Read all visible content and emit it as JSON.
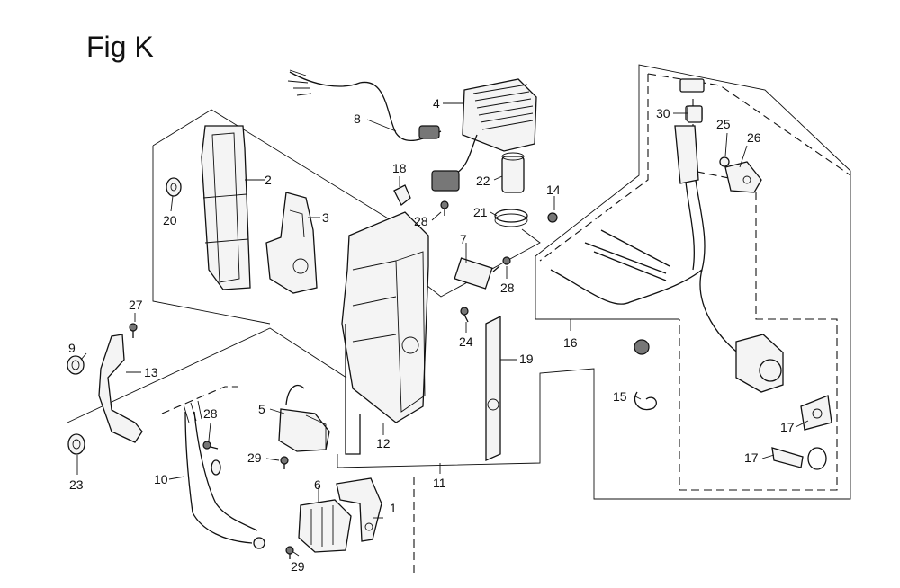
{
  "title": "Fig K",
  "callouts": [
    {
      "id": "c1",
      "text": "1"
    },
    {
      "id": "c2",
      "text": "2"
    },
    {
      "id": "c3",
      "text": "3"
    },
    {
      "id": "c4",
      "text": "4"
    },
    {
      "id": "c5",
      "text": "5"
    },
    {
      "id": "c6",
      "text": "6"
    },
    {
      "id": "c7",
      "text": "7"
    },
    {
      "id": "c8",
      "text": "8"
    },
    {
      "id": "c9",
      "text": "9"
    },
    {
      "id": "c10",
      "text": "10"
    },
    {
      "id": "c11",
      "text": "11"
    },
    {
      "id": "c12",
      "text": "12"
    },
    {
      "id": "c13",
      "text": "13"
    },
    {
      "id": "c14",
      "text": "14"
    },
    {
      "id": "c15",
      "text": "15"
    },
    {
      "id": "c16",
      "text": "16"
    },
    {
      "id": "c17a",
      "text": "17"
    },
    {
      "id": "c17b",
      "text": "17"
    },
    {
      "id": "c18",
      "text": "18"
    },
    {
      "id": "c19",
      "text": "19"
    },
    {
      "id": "c20",
      "text": "20"
    },
    {
      "id": "c21",
      "text": "21"
    },
    {
      "id": "c22",
      "text": "22"
    },
    {
      "id": "c23",
      "text": "23"
    },
    {
      "id": "c24",
      "text": "24"
    },
    {
      "id": "c25",
      "text": "25"
    },
    {
      "id": "c26",
      "text": "26"
    },
    {
      "id": "c27",
      "text": "27"
    },
    {
      "id": "c28a",
      "text": "28"
    },
    {
      "id": "c28b",
      "text": "28"
    },
    {
      "id": "c28c",
      "text": "28"
    },
    {
      "id": "c29a",
      "text": "29"
    },
    {
      "id": "c29b",
      "text": "29"
    },
    {
      "id": "c30",
      "text": "30"
    }
  ]
}
